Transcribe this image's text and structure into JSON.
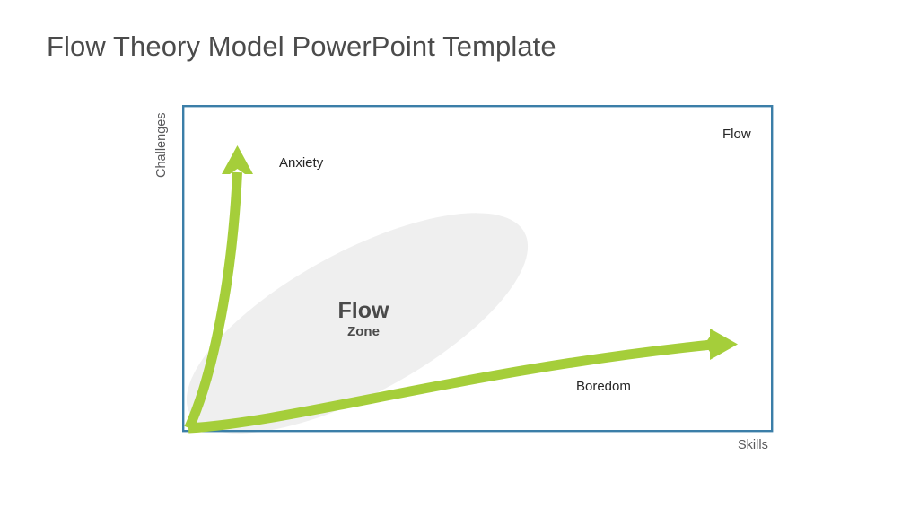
{
  "slide": {
    "title": "Flow Theory Model PowerPoint Template",
    "background_color": "#ffffff",
    "title_color": "#4b4b4b"
  },
  "chart_data": {
    "type": "diagram",
    "title": "Flow Theory Model PowerPoint Template",
    "xlabel": "Skills",
    "ylabel": "Challenges",
    "frame_color": "#3b7ea8",
    "accent_color": "#a5ce3a",
    "zone_fill": "#efefef",
    "legend": "none",
    "grid": false,
    "regions": [
      {
        "name": "anxiety",
        "label": "Anxiety",
        "x": 341,
        "y": 180,
        "description": "High challenge, low skill"
      },
      {
        "name": "flow-zone",
        "label": "Flow",
        "sublabel": "Zone",
        "x": 405,
        "y": 344,
        "description": "Balanced challenge and skill"
      },
      {
        "name": "boredom",
        "label": "Boredom",
        "x": 680,
        "y": 429,
        "description": "Low challenge, high skill"
      },
      {
        "name": "flow-corner",
        "label": "Flow",
        "x": 822,
        "y": 148,
        "description": "Top right corner marker"
      }
    ],
    "arrows": [
      {
        "name": "challenges-arrow",
        "direction": "up",
        "color": "#a5ce3a",
        "from": [
          210,
          478
        ],
        "to": [
          265,
          163
        ]
      },
      {
        "name": "skills-arrow",
        "direction": "right",
        "color": "#a5ce3a",
        "from": [
          210,
          478
        ],
        "to": [
          818,
          381
        ]
      }
    ],
    "axes": {
      "x_axis_label": "Skills",
      "y_axis_label": "Challenges",
      "x_range": "low to high",
      "y_range": "low to high"
    }
  },
  "labels": {
    "challenges": "Challenges",
    "skills": "Skills",
    "anxiety": "Anxiety",
    "boredom": "Boredom",
    "flow_corner": "Flow",
    "flow_zone_main": "Flow",
    "flow_zone_sub": "Zone"
  }
}
